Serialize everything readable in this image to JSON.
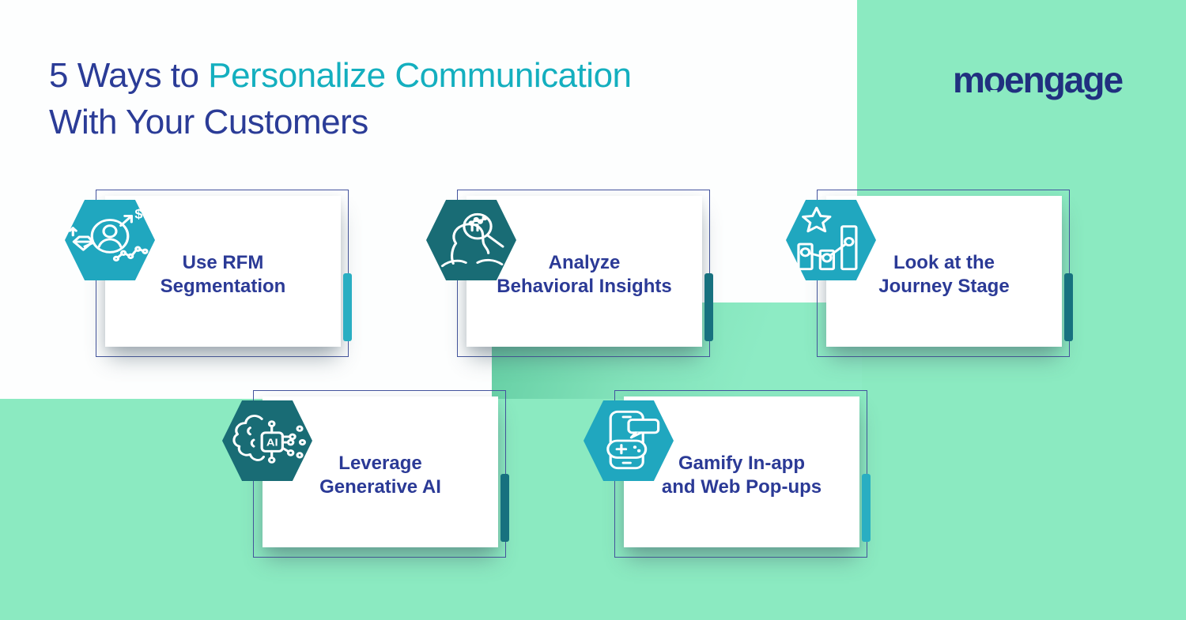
{
  "title": {
    "prefix": "5 Ways to ",
    "highlight": "Personalize Communication",
    "line2": "With Your Customers"
  },
  "logo": {
    "part1": "m",
    "part2": "o",
    "part3": "engage"
  },
  "colors": {
    "mint_green": "#8BEAC1",
    "mint_green_dark_patch": "#63CDA2",
    "teal_bright": "#29AEC2",
    "teal_dark": "#18707D",
    "hex_bright": "#20A7BF",
    "hex_dark": "#196C75",
    "navy_text": "#2B3A96",
    "title_navy": "#2B3C97",
    "title_teal": "#14AFBF",
    "outline_navy": "#44549E",
    "logo_navy": "#20307F",
    "card_white": "#FFFFFF"
  },
  "cards": [
    {
      "line1": "Use RFM",
      "line2": "Segmentation",
      "icon": "rfm-segmentation-icon",
      "icon_glyph": "$",
      "hex_shade": "bright",
      "bar_shade": "bright"
    },
    {
      "line1": "Analyze",
      "line2": "Behavioral Insights",
      "icon": "behavioral-insights-icon",
      "hex_shade": "dark",
      "bar_shade": "dark"
    },
    {
      "line1": "Look at the",
      "line2": "Journey Stage",
      "icon": "journey-stage-icon",
      "hex_shade": "bright",
      "bar_shade": "dark"
    },
    {
      "line1": "Leverage",
      "line2": "Generative AI",
      "icon": "generative-ai-icon",
      "icon_glyph": "AI",
      "hex_shade": "dark",
      "bar_shade": "dark"
    },
    {
      "line1": "Gamify In-app",
      "line2": "and Web Pop-ups",
      "icon": "gamify-icon",
      "hex_shade": "bright",
      "bar_shade": "bright"
    }
  ]
}
